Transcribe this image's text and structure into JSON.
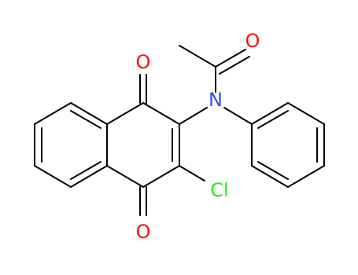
{
  "atoms": {
    "o_acetyl": {
      "text": "O",
      "color": "#ff0d0d"
    },
    "n_amide": {
      "text": "N",
      "color": "#3050f8"
    },
    "o_top": {
      "text": "O",
      "color": "#ff0d0d"
    },
    "o_bottom": {
      "text": "O",
      "color": "#ff0d0d"
    },
    "cl": {
      "text": "Cl",
      "color": "#1ff01f"
    }
  },
  "bond_color": "#000000",
  "background": "#ffffff"
}
